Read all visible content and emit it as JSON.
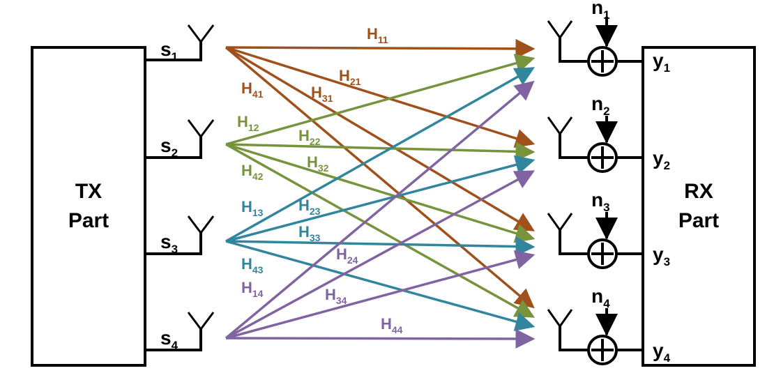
{
  "blocks": {
    "tx_line1": "TX",
    "tx_line2": "Part",
    "rx_line1": "RX",
    "rx_line2": "Part"
  },
  "tx_signals": [
    {
      "base": "s",
      "sub": "1"
    },
    {
      "base": "s",
      "sub": "2"
    },
    {
      "base": "s",
      "sub": "3"
    },
    {
      "base": "s",
      "sub": "4"
    }
  ],
  "rx_outputs": [
    {
      "base": "y",
      "sub": "1"
    },
    {
      "base": "y",
      "sub": "2"
    },
    {
      "base": "y",
      "sub": "3"
    },
    {
      "base": "y",
      "sub": "4"
    }
  ],
  "noise": [
    {
      "base": "n",
      "sub": "1"
    },
    {
      "base": "n",
      "sub": "2"
    },
    {
      "base": "n",
      "sub": "3"
    },
    {
      "base": "n",
      "sub": "4"
    }
  ],
  "links": [
    {
      "base": "H",
      "sub": "11",
      "from": 1,
      "to": 1
    },
    {
      "base": "H",
      "sub": "21",
      "from": 1,
      "to": 2
    },
    {
      "base": "H",
      "sub": "31",
      "from": 1,
      "to": 3
    },
    {
      "base": "H",
      "sub": "41",
      "from": 1,
      "to": 4
    },
    {
      "base": "H",
      "sub": "12",
      "from": 2,
      "to": 1
    },
    {
      "base": "H",
      "sub": "22",
      "from": 2,
      "to": 2
    },
    {
      "base": "H",
      "sub": "32",
      "from": 2,
      "to": 3
    },
    {
      "base": "H",
      "sub": "42",
      "from": 2,
      "to": 4
    },
    {
      "base": "H",
      "sub": "13",
      "from": 3,
      "to": 1
    },
    {
      "base": "H",
      "sub": "23",
      "from": 3,
      "to": 2
    },
    {
      "base": "H",
      "sub": "33",
      "from": 3,
      "to": 3
    },
    {
      "base": "H",
      "sub": "43",
      "from": 3,
      "to": 4
    },
    {
      "base": "H",
      "sub": "14",
      "from": 4,
      "to": 1
    },
    {
      "base": "H",
      "sub": "24",
      "from": 4,
      "to": 2
    },
    {
      "base": "H",
      "sub": "34",
      "from": 4,
      "to": 3
    },
    {
      "base": "H",
      "sub": "44",
      "from": 4,
      "to": 4
    }
  ],
  "colors": {
    "tx1": "#A0501A",
    "tx2": "#77933C",
    "tx3": "#31859C",
    "tx4": "#8064A2"
  }
}
